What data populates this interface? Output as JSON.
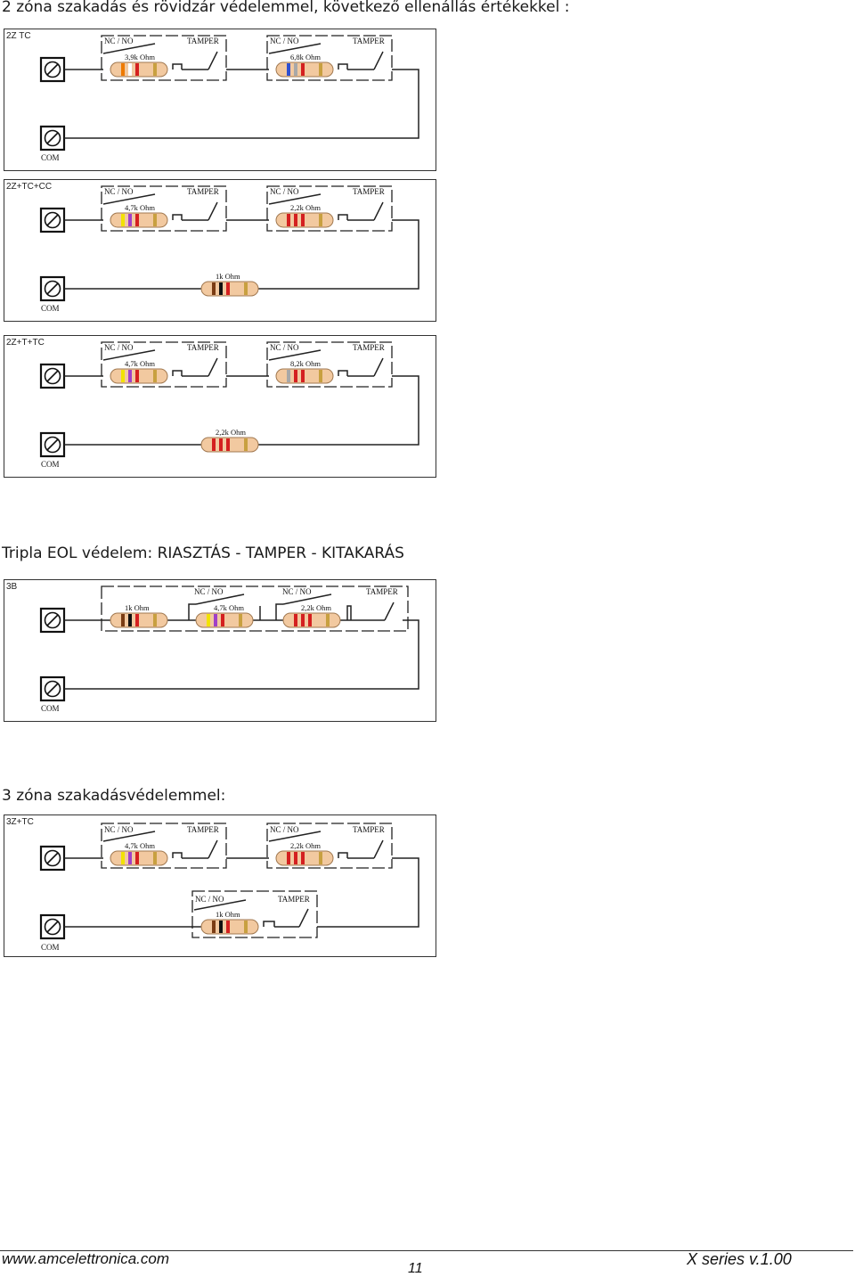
{
  "headings": {
    "section1": "2 zóna szakadás és rövidzár védelemmel,  következő ellenállás értékekkel :",
    "section2": "Tripla EOL védelem: RIASZTÁS - TAMPER - KITAKARÁS",
    "section3": "3 zóna szakadásvédelemmel:"
  },
  "diagrams": {
    "d1": {
      "title": "2Z TC",
      "com": "COM",
      "nc1": "NC / NO",
      "tamper1": "TAMPER",
      "nc2": "NC / NO",
      "tamper2": "TAMPER",
      "r1": "3,9k Ohm",
      "r2": "6,8k Ohm"
    },
    "d2": {
      "title": "2Z+TC+CC",
      "com": "COM",
      "nc1": "NC / NO",
      "tamper1": "TAMPER",
      "nc2": "NC / NO",
      "tamper2": "TAMPER",
      "r1": "4,7k Ohm",
      "r2": "2,2k Ohm",
      "r3": "1k Ohm"
    },
    "d3": {
      "title": "2Z+T+TC",
      "com": "COM",
      "nc1": "NC / NO",
      "tamper1": "TAMPER",
      "nc2": "NC / NO",
      "tamper2": "TAMPER",
      "r1": "4,7k Ohm",
      "r2": "8,2k Ohm",
      "r3": "2,2k Ohm"
    },
    "d4": {
      "title": "3B",
      "com": "COM",
      "nc1": "NC / NO",
      "nc2": "NC / NO",
      "tamper1": "TAMPER",
      "r1": "1k Ohm",
      "r2": "4,7k Ohm",
      "r3": "2,2k Ohm"
    },
    "d5": {
      "title": "3Z+TC",
      "com": "COM",
      "nc1": "NC / NO",
      "tamper1": "TAMPER",
      "nc2": "NC / NO",
      "tamper2": "TAMPER",
      "nc3": "NC / NO",
      "tamper3": "TAMPER",
      "r1": "4,7k Ohm",
      "r2": "2,2k Ohm",
      "r3": "1k Ohm"
    }
  },
  "footer": {
    "url": "www.amcelettronica.com",
    "page": "11",
    "version": "X series v.1.00"
  },
  "colors": {
    "resistor_body": "#f2c9a0",
    "resistor_outline": "#a07850",
    "wire": "#222222",
    "band_red": "#d42020",
    "band_orange": "#ee7a00",
    "band_yellow": "#f2e200",
    "band_violet": "#a040c8",
    "band_blue": "#3050d0",
    "band_grey": "#a8a8a8",
    "band_brown": "#7a3c14",
    "band_black": "#111111",
    "band_white": "#ffffff"
  }
}
